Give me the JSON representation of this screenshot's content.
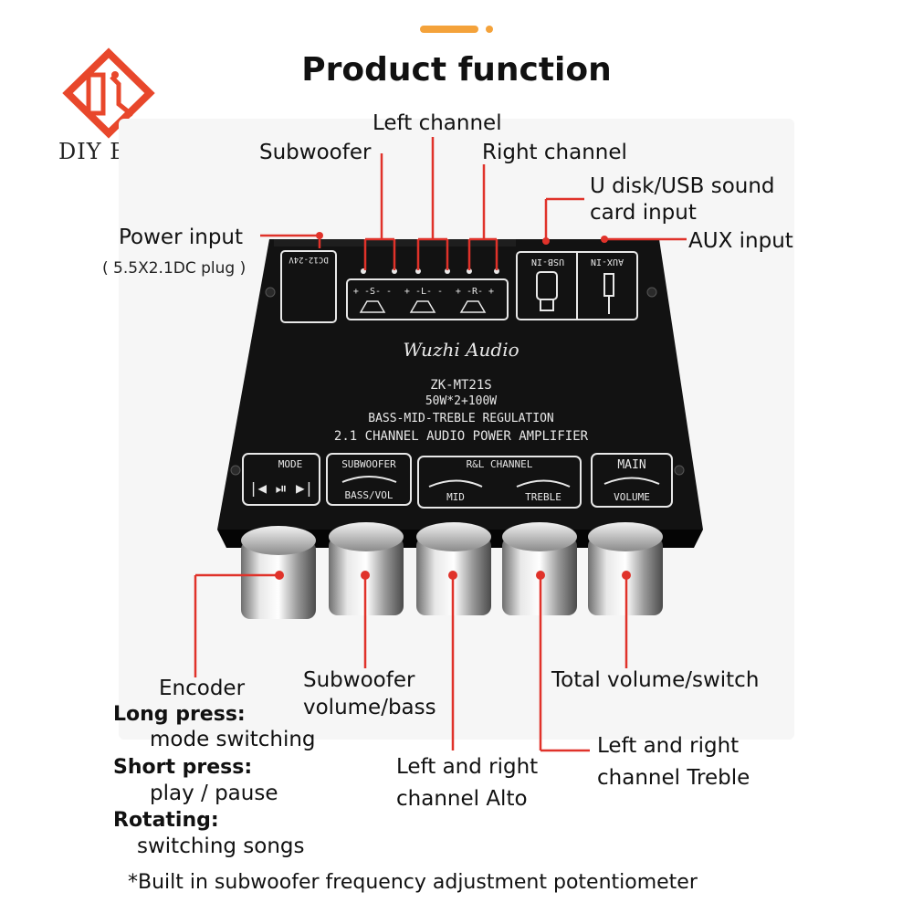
{
  "header": {
    "title": "Product function"
  },
  "brand": {
    "logo_text": "DIY BOX"
  },
  "labels": {
    "left_channel": "Left channel",
    "subwoofer": "Subwoofer",
    "right_channel": "Right channel",
    "usb_line1": "U disk/USB sound",
    "usb_line2": "card input",
    "power_input": "Power input",
    "power_plug": "( 5.5X2.1DC plug )",
    "aux_input": "AUX input",
    "encoder": "Encoder",
    "sub_vol_line1": "Subwoofer",
    "sub_vol_line2": "volume/bass",
    "total_volume": "Total volume/switch",
    "alto_line1": "Left and right",
    "alto_line2": "channel Alto",
    "treble_line1": "Left and right",
    "treble_line2": "channel Treble"
  },
  "encoder_help": {
    "long_press_label": "Long press:",
    "long_press_desc": "mode switching",
    "short_press_label": "Short press:",
    "short_press_desc": "play / pause",
    "rotating_label": "Rotating:",
    "rotating_desc": "switching songs"
  },
  "footnote": "*Built in subwoofer frequency adjustment potentiometer",
  "device": {
    "brand_script": "Wuzhi Audio",
    "model": "ZK-MT21S",
    "power": "50W*2+100W",
    "regulation": "BASS-MID-TREBLE REGULATION",
    "amp_desc": "2.1 CHANNEL AUDIO POWER AMPLIFIER",
    "dc_label": "DC12-24V",
    "usb_in": "USB-IN",
    "aux_in": "AUX-IN",
    "sub_term": "+ -S- -",
    "left_term": "+ -L- -",
    "right_term": "+ -R- +",
    "mode": "MODE",
    "subwoofer_panel": "SUBWOOFER",
    "bass_vol": "BASS/VOL",
    "rl_channel": "R&L CHANNEL",
    "mid": "MID",
    "treble": "TREBLE",
    "main": "MAIN",
    "volume": "VOLUME"
  },
  "colors": {
    "accent": "#e8472b",
    "annotation_line": "#e0322a",
    "board": "#141414",
    "silk": "#e8e8e8"
  }
}
